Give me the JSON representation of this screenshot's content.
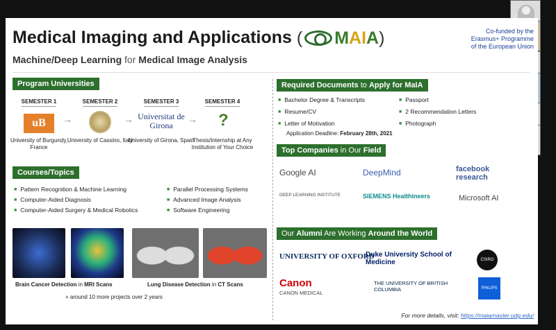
{
  "title": {
    "prefix": "Medical Imaging and Applications",
    "paren_open": "(",
    "m": "M",
    "ai": "AI",
    "a": "A",
    "paren_close": ")"
  },
  "subtitle": {
    "p1": "Machine/Deep Learning",
    "p2": " for ",
    "p3": "Medical Image Analysis"
  },
  "cofund": [
    "Co-funded by the",
    "Erasmus+ Programme",
    "of the European Union"
  ],
  "sections": {
    "universities": "Program Universities",
    "courses": "Courses/Topics",
    "docs_a": "Required Documents",
    "docs_b": " to ",
    "docs_c": "Apply for MaIA",
    "companies_a": "Top Companies",
    "companies_b": " in Our ",
    "companies_c": "Field",
    "alumni_a": "Our ",
    "alumni_b": "Alumni",
    "alumni_c": " Are Working ",
    "alumni_d": "Around the World"
  },
  "semesters": [
    {
      "label": "SEMESTER 1",
      "uni": "University of Burgundy, France",
      "logo": "uB"
    },
    {
      "label": "SEMESTER 2",
      "uni": "University of Cassino, Italy"
    },
    {
      "label": "SEMESTER 3",
      "uni": "University of Girona, Spain",
      "logo": "Universitat de Girona"
    },
    {
      "label": "SEMESTER 4",
      "uni": "Thesis/Internship at Any Institution of Your Choice",
      "logo": "?"
    }
  ],
  "courses_left": [
    "Pattern Recognition & Machine Learning",
    "Computer-Aided Diagnosis",
    "Computer-Aided Surgery & Medical Robotics"
  ],
  "courses_right": [
    "Parallel Processing Systems",
    "Advanced Image Analysis",
    "Software Engineering"
  ],
  "docs_left": [
    "Bachelor Degree & Transcripts",
    "Resume/CV",
    "Letter of Motivation"
  ],
  "docs_right": [
    "Passport",
    "2 Recommendation Letters",
    "Photograph"
  ],
  "deadline_label": "Application Deadline: ",
  "deadline": "February 28th, 2021",
  "companies": [
    "Google AI",
    "DeepMind",
    "facebook research",
    "DEEP LEARNING INSTITUTE",
    "SIEMENS Healthineers",
    "Microsoft AI"
  ],
  "alumni": [
    "UNIVERSITY OF OXFORD",
    "Duke University School of Medicine",
    "CSIRO",
    "Canon",
    "CANON MEDICAL",
    "THE UNIVERSITY OF BRITISH COLUMBIA",
    "PHILIPS"
  ],
  "projects": {
    "brain_a": "Brain Cancer Detection",
    "brain_b": " in ",
    "brain_c": "MRI Scans",
    "lung_a": "Lung Disease Detection",
    "lung_b": " in ",
    "lung_c": "CT Scans",
    "more": "+ around 10 more projects over 2 years"
  },
  "footer": {
    "text": "For more details, visit: ",
    "url": "https://maiamaster.udg.edu/"
  },
  "colors": {
    "section": "#2d6f2d",
    "accent_gold": "#d6a417",
    "link": "#3166c8"
  }
}
